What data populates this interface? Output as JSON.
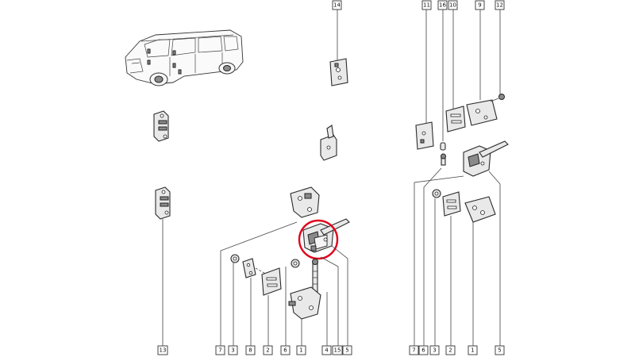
{
  "callouts": {
    "c14": "14",
    "c11": "11",
    "c16": "16",
    "c10": "10",
    "c9": "9",
    "c12": "12",
    "c13": "13",
    "b7": "7",
    "b3": "3",
    "b8": "8",
    "b2": "2",
    "b6": "6",
    "b1": "1",
    "b4": "4",
    "b15": "15",
    "b5": "5",
    "r7": "7",
    "r6": "6",
    "r3": "3",
    "r2": "2",
    "r1": "1",
    "r5": "5"
  },
  "highlight_color": "#e2001a"
}
